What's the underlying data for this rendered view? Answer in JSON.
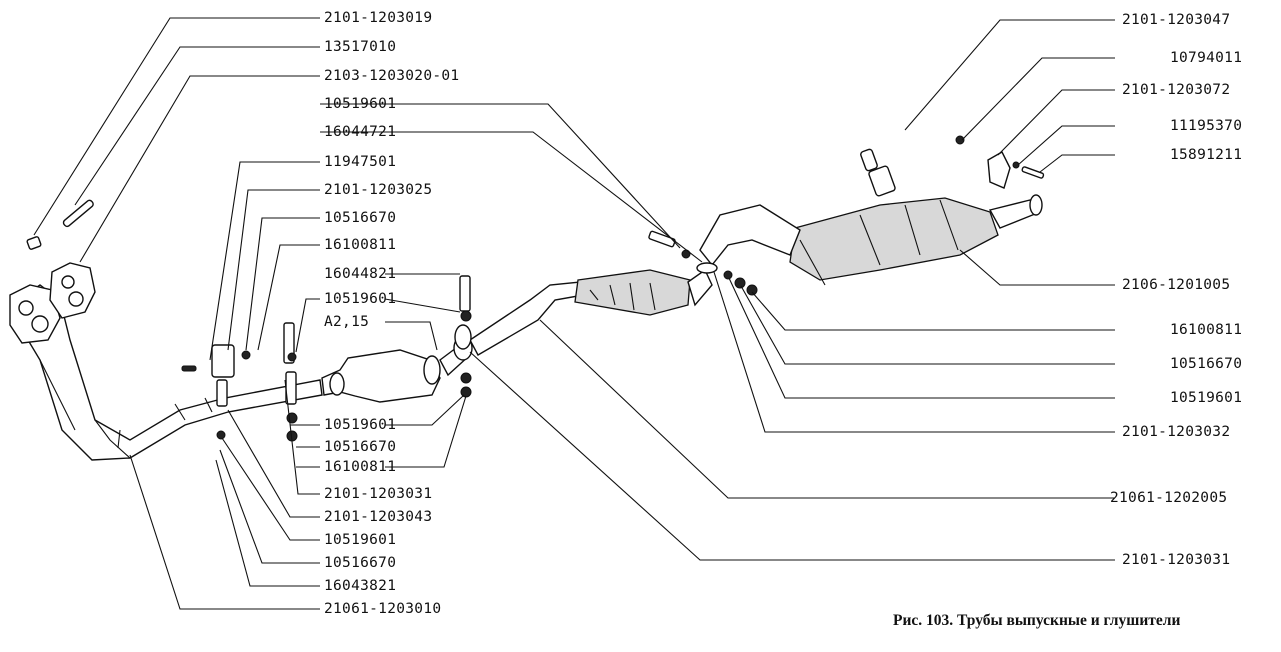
{
  "caption": "Рис. 103. Трубы выпускные и глушители",
  "parts": {
    "p01": "2101-1203019",
    "p02": "13517010",
    "p03": "2103-1203020-01",
    "p04": "10519601",
    "p05": "16044721",
    "p06": "11947501",
    "p07": "2101-1203025",
    "p08": "10516670",
    "p09": "16100811",
    "p10": "16044821",
    "p11": "10519601",
    "p12": "А2,15",
    "p13": "10519601",
    "p14": "10516670",
    "p15": "16100811",
    "p16": "2101-1203031",
    "p17": "2101-1203043",
    "p18": "10519601",
    "p19": "10516670",
    "p20": "16043821",
    "p21": "21061-1203010",
    "p22": "2101-1203047",
    "p23": "10794011",
    "p24": "2101-1203072",
    "p25": "11195370",
    "p26": "15891211",
    "p27": "2106-1201005",
    "p28": "16100811",
    "p29": "10516670",
    "p30": "10519601",
    "p31": "2101-1203032",
    "p32": "21061-1202005",
    "p33": "2101-1203031"
  }
}
